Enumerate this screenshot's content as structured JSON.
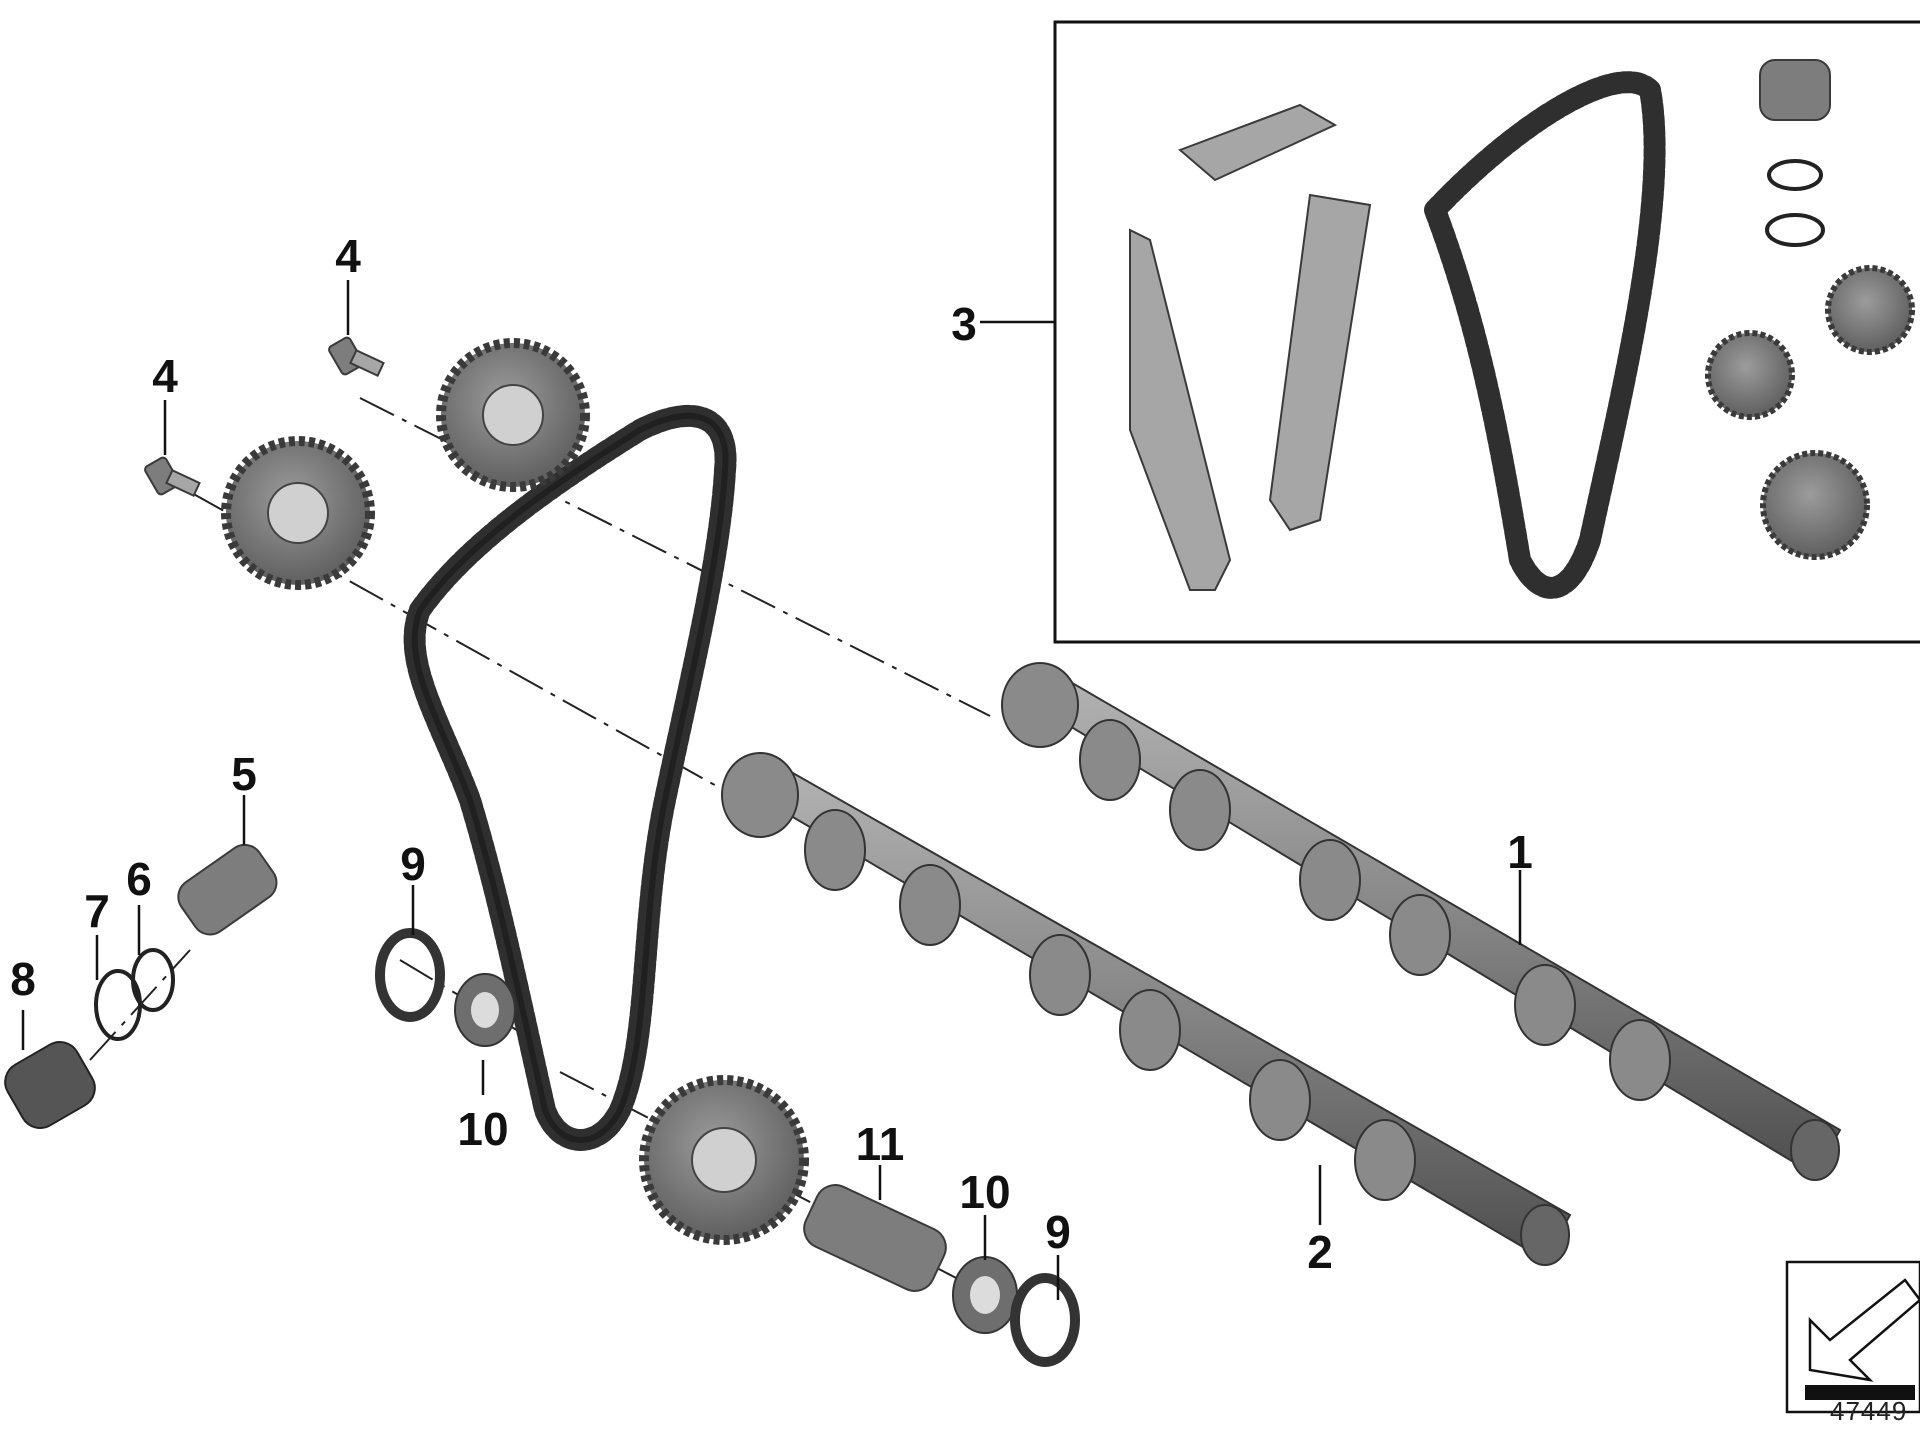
{
  "diagram": {
    "callouts": {
      "c1": "1",
      "c2": "2",
      "c3": "3",
      "c4a": "4",
      "c4b": "4",
      "c5": "5",
      "c6": "6",
      "c7": "7",
      "c8": "8",
      "c9a": "9",
      "c9b": "9",
      "c10a": "10",
      "c10b": "10",
      "c11": "11"
    },
    "document_number": "47449"
  },
  "colors": {
    "part_metal": "#7d7d7d",
    "part_light": "#a6a6a6",
    "chain": "#2f2f2f",
    "linework": "#111111"
  }
}
